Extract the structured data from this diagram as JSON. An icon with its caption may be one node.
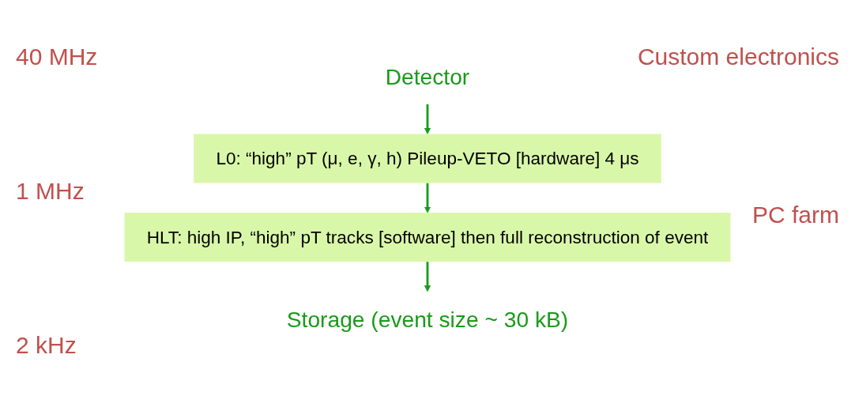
{
  "diagram": {
    "nodes": [
      {
        "text": [
          "Detector"
        ]
      },
      {
        "text": [
          "L0: “high” pT (μ, e, γ, h) Pileup-VETO [hardware] 4 μs"
        ]
      },
      {
        "text": [
          "HLT: high IP, “high” pT tracks [software] then full reconstruction of event"
        ]
      },
      {
        "text": [
          "Storage (event size ~ 30 kB)"
        ]
      }
    ],
    "edges": [
      {
        "from": 0,
        "to": 1,
        "arrow": "to"
      },
      {
        "from": 1,
        "to": 2,
        "arrow": "to"
      },
      {
        "from": 2,
        "to": 3,
        "arrow": "to"
      }
    ],
    "labels": [
      "40 MHz",
      "Custom electronics",
      "1 MHz",
      "PC farm",
      "2 kHz"
    ]
  }
}
